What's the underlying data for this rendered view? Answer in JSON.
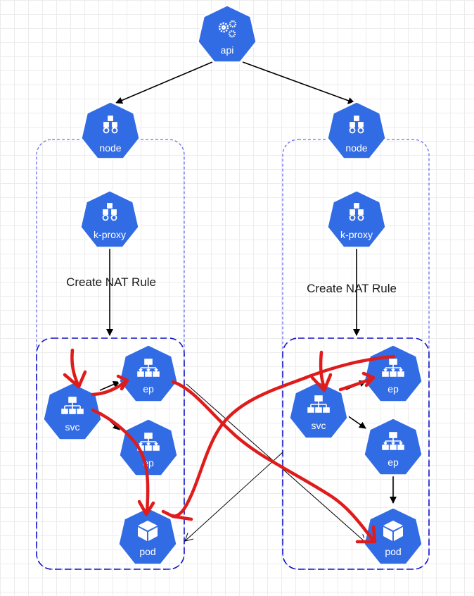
{
  "diagram": {
    "labels": {
      "api": "api",
      "node": "node",
      "k_proxy": "k-proxy",
      "svc": "svc",
      "ep": "ep",
      "pod": "pod",
      "create_nat_rule": "Create NAT Rule"
    },
    "colors": {
      "k8s_blue": "#326ce5",
      "node_border": "#6a6cf0",
      "group_border": "#1515c8",
      "arrow": "#000000",
      "annotation": "#e01b1b"
    },
    "icons": {
      "api": "gears-icon",
      "node": "cubes-gears-icon",
      "svc": "hierarchy-icon",
      "ep": "hierarchy-arrows-icon",
      "pod": "cube-icon"
    }
  }
}
